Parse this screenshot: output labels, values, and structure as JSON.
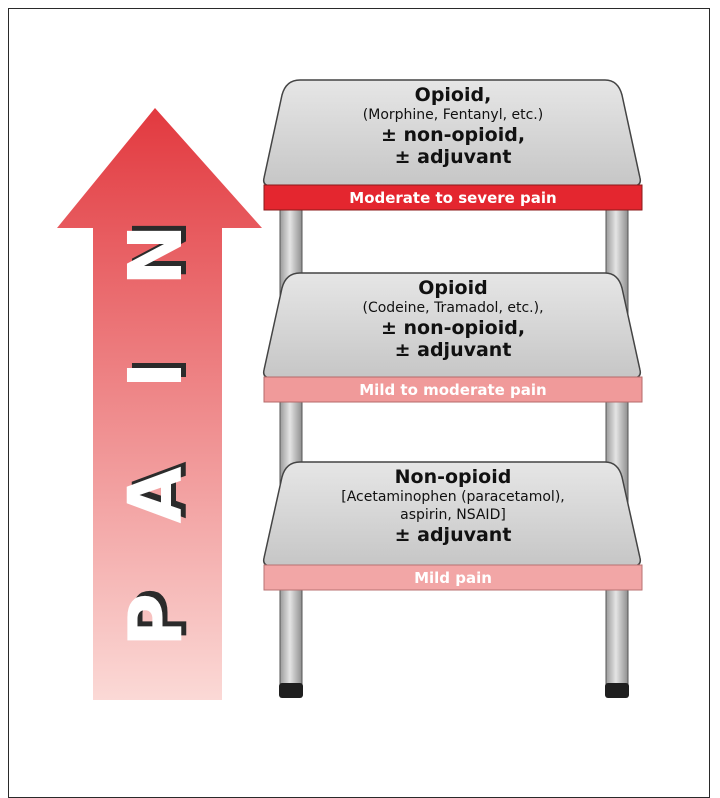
{
  "arrow": {
    "letters": [
      "P",
      "A",
      "I",
      "N"
    ],
    "gradient_top": "#e2393f",
    "gradient_bottom": "#fbd9d6"
  },
  "steps": [
    {
      "title": "Opioid,",
      "detail": "(Morphine, Fentanyl, etc.)",
      "line3": "± non-opioid,",
      "line4": "± adjuvant",
      "band": "Moderate to severe pain",
      "band_color": "#e4262f"
    },
    {
      "title": "Opioid",
      "detail": "(Codeine, Tramadol, etc.),",
      "line3": "± non-opioid,",
      "line4": "± adjuvant",
      "band": "Mild to moderate pain",
      "band_color": "#f09a9a"
    },
    {
      "title": "Non-opioid",
      "detail": "[Acetaminophen (paracetamol),",
      "detail2": "aspirin, NSAID]",
      "line4": "± adjuvant",
      "band": "Mild pain",
      "band_color": "#f2a6a6"
    }
  ],
  "colors": {
    "platform_top": "#d9d9d9",
    "platform_bottom": "#c4c4c4",
    "leg": "#b8b8b8"
  }
}
